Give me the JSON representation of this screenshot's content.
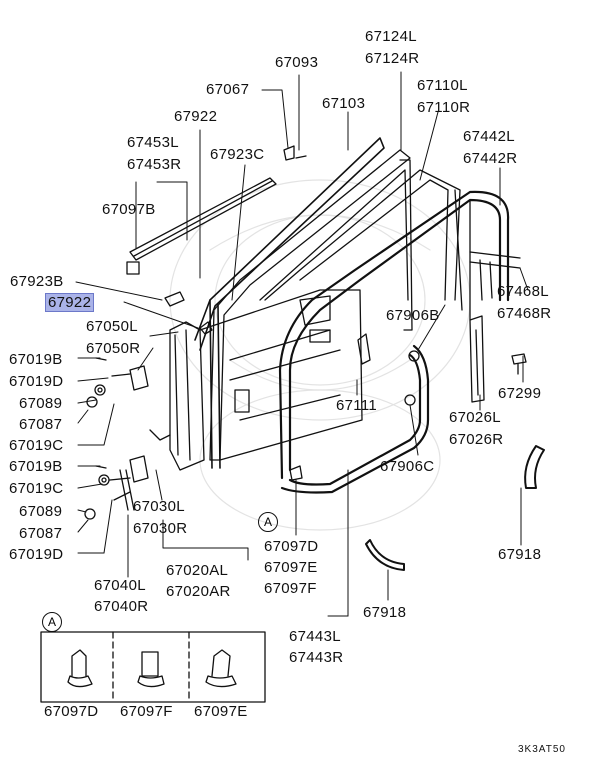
{
  "diagram": {
    "labels": {
      "p67093": "67093",
      "p67067": "67067",
      "p67124L": "67124L",
      "p67124R": "67124R",
      "p67922_top": "67922",
      "p67103": "67103",
      "p67110L": "67110L",
      "p67110R": "67110R",
      "p67453L": "67453L",
      "p67453R": "67453R",
      "p67923C": "67923C",
      "p67442L": "67442L",
      "p67442R": "67442R",
      "p67097B": "67097B",
      "p67923B": "67923B",
      "p67922_hl": "67922",
      "p67468L": "67468L",
      "p67468R": "67468R",
      "p67050L": "67050L",
      "p67050R": "67050R",
      "p67906B": "67906B",
      "p67019B_1": "67019B",
      "p67019D_1": "67019D",
      "p67089_1": "67089",
      "p67087_1": "67087",
      "p67019C_1": "67019C",
      "p67299": "67299",
      "p67111": "67111",
      "p67026L": "67026L",
      "p67026R": "67026R",
      "p67906C": "67906C",
      "p67019B_2": "67019B",
      "p67019C_2": "67019C",
      "p67089_2": "67089",
      "p67087_2": "67087",
      "p67019D_2": "67019D",
      "p67030L": "67030L",
      "p67030R": "67030R",
      "p67097D": "67097D",
      "p67097E": "67097E",
      "p67097F": "67097F",
      "p67020AL": "67020AL",
      "p67020AR": "67020AR",
      "p67918_right": "67918",
      "p67040L": "67040L",
      "p67040R": "67040R",
      "p67918_bottom": "67918",
      "p67443L": "67443L",
      "p67443R": "67443R",
      "detail_letter": "A",
      "circleA_main": "A",
      "detail_67097D": "67097D",
      "detail_67097F": "67097F",
      "detail_67097E": "67097E",
      "diagram_code": "3K3AT50"
    },
    "highlight_color": "#aab3e8"
  }
}
